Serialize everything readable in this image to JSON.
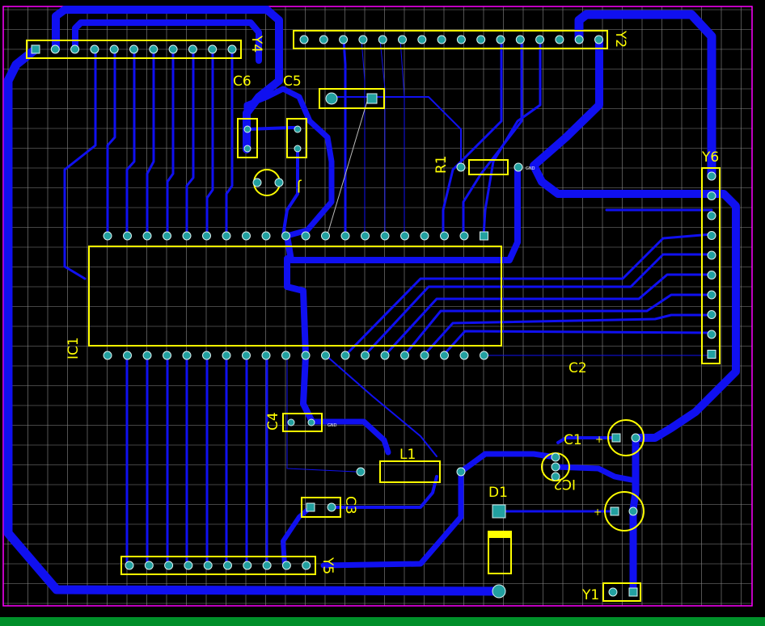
{
  "colors": {
    "background": "#000000",
    "grid": "#8a8a8a",
    "trace": "#1010f0",
    "silk": "#ffff00",
    "pad": "#22a0a0",
    "board_outline": "#ff00ff",
    "status_bar": "#009000"
  },
  "components": {
    "ic1": "IC1",
    "y1": "Y1",
    "y2": "Y2",
    "y4": "Y4",
    "y5": "Y5",
    "y6": "Y6",
    "c1": "C1",
    "c2": "C2",
    "c3": "C3",
    "c4": "C4",
    "c5": "C5",
    "c6": "C6",
    "r1": "R1",
    "l1": "L1",
    "d1": "D1",
    "ic2": "IC2",
    "j": "J"
  },
  "net_labels": {
    "gnd": "GND",
    "plus": "+"
  }
}
